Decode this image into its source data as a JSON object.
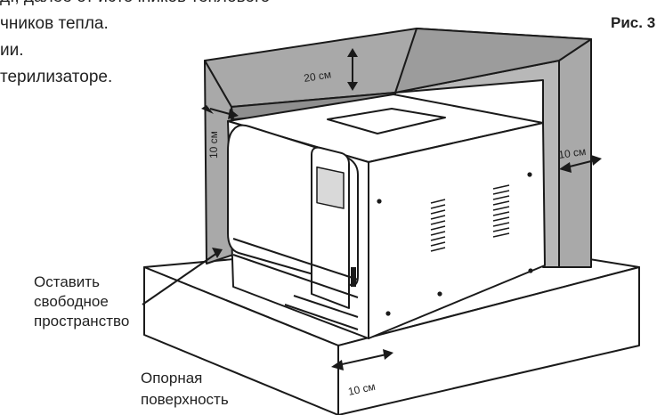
{
  "intro_lines": [
    "чников тепла.",
    "ии.",
    "терилизаторе."
  ],
  "figure_label": "Рис. 3",
  "clearance_labels": {
    "top": "20 см",
    "left": "10 см",
    "right": "10 см",
    "front": "10 см"
  },
  "callouts": {
    "free_space": [
      "Оставить",
      "свободное",
      "пространство"
    ],
    "support_surface": [
      "Опорная",
      "поверхность"
    ]
  }
}
